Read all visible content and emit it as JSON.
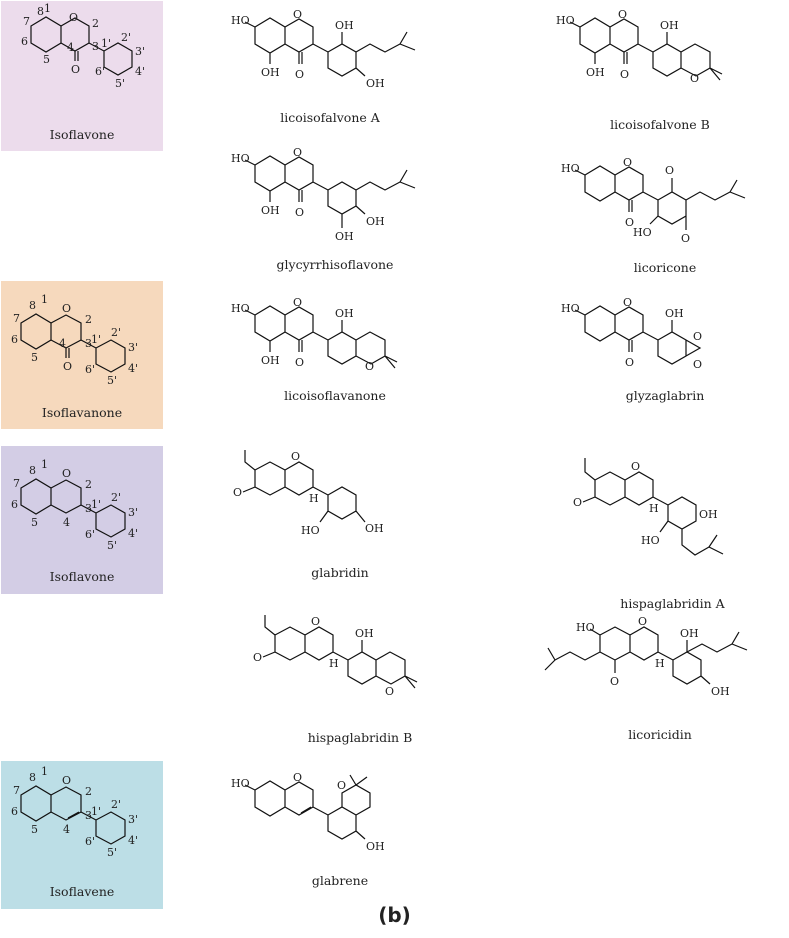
{
  "caption": "(b)",
  "classes": [
    {
      "id": "isoflavone",
      "name": "Isoflavone",
      "color": "#ecdcec"
    },
    {
      "id": "isoflavanone",
      "name": "Isoflavanone",
      "color": "#f6d9bd"
    },
    {
      "id": "isoflavan",
      "name": "Isoflavone",
      "color": "#d3cde5"
    },
    {
      "id": "isoflavene",
      "name": "Isoflavene",
      "color": "#bcdee6"
    }
  ],
  "compounds": [
    {
      "id": "licoisofalvone-a",
      "name": "licoisofalvone A"
    },
    {
      "id": "licoisofalvone-b",
      "name": "licoisofalvone B"
    },
    {
      "id": "glycyrrhisoflavone",
      "name": "glycyrrhisoflavone"
    },
    {
      "id": "licoricone",
      "name": "licoricone"
    },
    {
      "id": "licoisoflavanone",
      "name": "licoisoflavanone"
    },
    {
      "id": "glyzaglabrin",
      "name": "glyzaglabrin"
    },
    {
      "id": "glabridin",
      "name": "glabridin"
    },
    {
      "id": "hispaglabridin-a",
      "name": "hispaglabridin A"
    },
    {
      "id": "hispaglabridin-b",
      "name": "hispaglabridin B"
    },
    {
      "id": "licoricidin",
      "name": "licoricidin"
    },
    {
      "id": "glabrene",
      "name": "glabrene"
    }
  ],
  "atoms": {
    "O": "O",
    "OH": "OH",
    "HO": "HO",
    "H": "H",
    "n1": "1",
    "n2": "2",
    "n3": "3",
    "n4": "4",
    "n5": "5",
    "n6": "6",
    "n7": "7",
    "n8": "8",
    "p1": "1'",
    "p2": "2'",
    "p3": "3'",
    "p4": "4'",
    "p5": "5'",
    "p6": "6'"
  }
}
